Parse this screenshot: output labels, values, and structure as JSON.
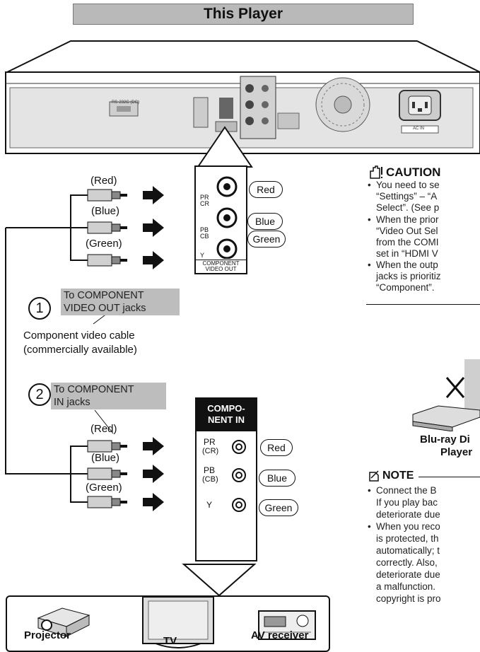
{
  "banner": "This Player",
  "player_panel": {
    "rs232_label": "RS-232C (DC)",
    "ac_label": "AC IN"
  },
  "top_cables": [
    {
      "label": "(Red)",
      "color": "#c9c9c9"
    },
    {
      "label": "(Blue)",
      "color": "#c9c9c9"
    },
    {
      "label": "(Green)",
      "color": "#c9c9c9"
    }
  ],
  "bottom_cables": [
    {
      "label": "(Red)"
    },
    {
      "label": "(Blue)"
    },
    {
      "label": "(Green)"
    }
  ],
  "jack_panel_out": {
    "labels": [
      {
        "top": "PR",
        "bottom": "CR"
      },
      {
        "top": "PB",
        "bottom": "CB"
      },
      {
        "top": "Y",
        "bottom": ""
      }
    ],
    "pills": [
      "Red",
      "Blue",
      "Green"
    ],
    "footer_line1": "COMPONENT",
    "footer_line2": "VIDEO OUT"
  },
  "jack_panel_in": {
    "header_line1": "COMPO-",
    "header_line2": "NENT IN",
    "labels": [
      {
        "top": "PR",
        "bottom": "(CR)"
      },
      {
        "top": "PB",
        "bottom": "(CB)"
      },
      {
        "top": "Y",
        "bottom": ""
      }
    ],
    "pills": [
      "Red",
      "Blue",
      "Green"
    ]
  },
  "step1": {
    "number": "1",
    "line1": "To COMPONENT",
    "line2": "VIDEO OUT jacks"
  },
  "step2": {
    "number": "2",
    "line1": "To COMPONENT",
    "line2": "IN jacks"
  },
  "cable_note": {
    "line1": "Component video cable",
    "line2": "(commercially available)"
  },
  "devices": [
    "Projector",
    "TV",
    "AV receiver"
  ],
  "caution": {
    "title": "CAUTION",
    "lines": [
      {
        "bullet": true,
        "text": "You need to se"
      },
      {
        "bullet": false,
        "text": "“Settings” – “A"
      },
      {
        "bullet": false,
        "text": "Select”. (See p"
      },
      {
        "bullet": true,
        "text": "When the prior"
      },
      {
        "bullet": false,
        "text": "“Video Out Sel"
      },
      {
        "bullet": false,
        "text": "from the COMI"
      },
      {
        "bullet": false,
        "text": "set in “HDMI V"
      },
      {
        "bullet": true,
        "text": "When the outp"
      },
      {
        "bullet": false,
        "text": "jacks is prioritiz"
      },
      {
        "bullet": false,
        "text": "“Component”."
      }
    ]
  },
  "bluray": {
    "line1": "Blu-ray Di",
    "line2": "Player"
  },
  "note": {
    "title": "NOTE",
    "lines": [
      {
        "bullet": true,
        "text": "Connect the B"
      },
      {
        "bullet": false,
        "text": "If you play bac"
      },
      {
        "bullet": false,
        "text": "deteriorate due"
      },
      {
        "bullet": true,
        "text": "When you reco"
      },
      {
        "bullet": false,
        "text": "is protected, th"
      },
      {
        "bullet": false,
        "text": "automatically; t"
      },
      {
        "bullet": false,
        "text": "correctly. Also,"
      },
      {
        "bullet": false,
        "text": "deteriorate due"
      },
      {
        "bullet": false,
        "text": "a malfunction."
      },
      {
        "bullet": false,
        "text": "copyright is pro"
      }
    ]
  }
}
